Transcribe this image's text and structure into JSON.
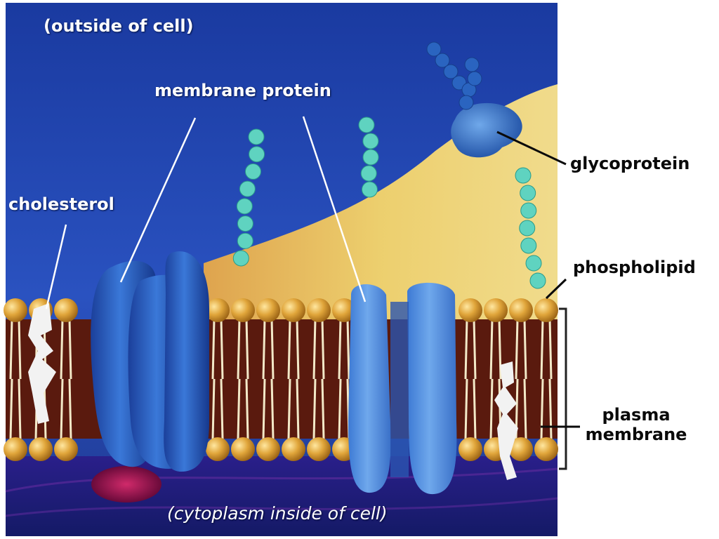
{
  "labels": {
    "outside": "(outside of cell)",
    "membrane_protein": "membrane protein",
    "cholesterol": "cholesterol",
    "glycoprotein": "glycoprotein",
    "phospholipid": "phospholipid",
    "plasma_membrane_line1": "plasma",
    "plasma_membrane_line2": "membrane",
    "cytoplasm": "(cytoplasm inside of cell)"
  },
  "colors": {
    "outside_background": "#1f3fa8",
    "outer_leaflet_glow": "#f4c24a",
    "lipid_head": "#d99a2b",
    "lipid_tail_bg": "#6a1c10",
    "protein_dark": "#2456b8",
    "protein_light": "#4f8fe0",
    "glycan_chain": "#5fd3c0",
    "cholesterol": "#f2f2f2",
    "cytoplasm": "#1a1f7a"
  }
}
